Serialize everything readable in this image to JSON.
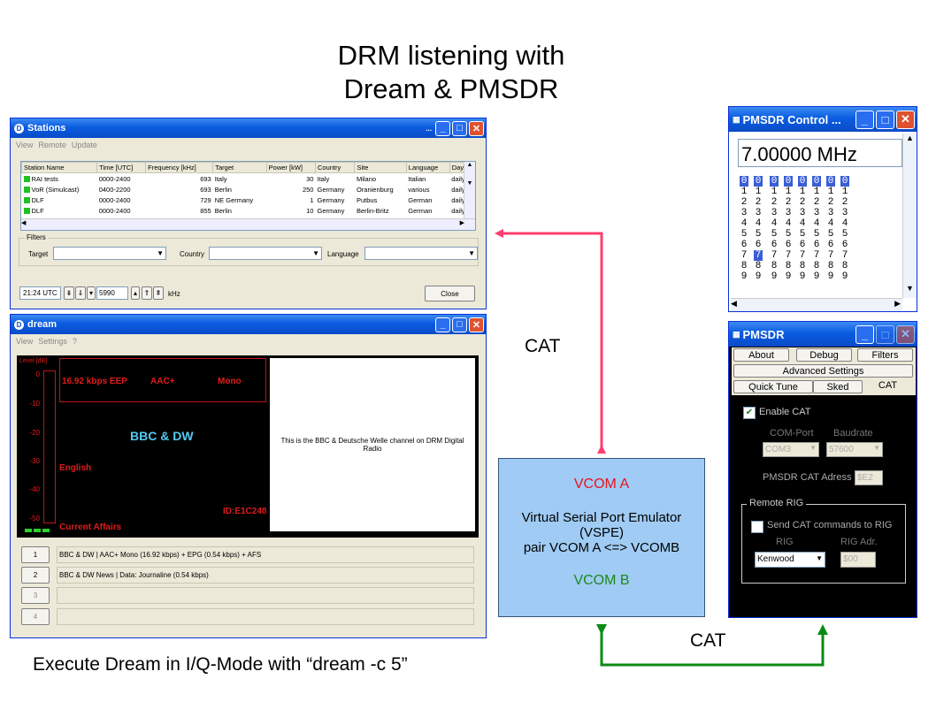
{
  "title": {
    "line1": "DRM listening with",
    "line2": "Dream & PMSDR"
  },
  "caption": "Execute Dream in I/Q-Mode with “dream -c 5”",
  "labels": {
    "cat_upper": "CAT",
    "cat_lower": "CAT"
  },
  "vspe": {
    "vcom_a": "VCOM A",
    "line1": "Virtual Serial Port Emulator",
    "line2": "(VSPE)",
    "line3": "pair VCOM A <=> VCOMB",
    "vcom_b": "VCOM B"
  },
  "colors": {
    "magenta_arrow": "#ff3d6e",
    "green_arrow": "#0a8a16",
    "vcom_a": "#e8141c",
    "vcom_b": "#1c8a1c",
    "vspe_fill": "#9fcbf4"
  },
  "stations": {
    "title": "Stations",
    "menu": [
      "View",
      "Remote",
      "Update"
    ],
    "columns": [
      "Station Name",
      "Time [UTC]",
      "Frequency [kHz]",
      "Target",
      "Power [kW]",
      "Country",
      "Site",
      "Language",
      "Days"
    ],
    "rows": [
      [
        "RAI tests",
        "0000-2400",
        "693",
        "Italy",
        "30",
        "Italy",
        "Milano",
        "Italian",
        "daily"
      ],
      [
        "VoR (Simulcast)",
        "0400-2200",
        "693",
        "Berlin",
        "250",
        "Germany",
        "Oranienburg",
        "various",
        "daily"
      ],
      [
        "DLF",
        "0000-2400",
        "729",
        "NE Germany",
        "1",
        "Germany",
        "Putbus",
        "German",
        "daily"
      ],
      [
        "DLF",
        "0000-2400",
        "855",
        "Berlin",
        "10",
        "Germany",
        "Berlin-Britz",
        "German",
        "daily"
      ]
    ],
    "filters": {
      "legend": "Filters",
      "target": "Target",
      "country": "Country",
      "language": "Language"
    },
    "time": "21:24 UTC",
    "freq": "5990",
    "unit": "kHz",
    "close": "Close"
  },
  "dream": {
    "title": "dream",
    "menu": [
      "View",
      "Settings",
      "?"
    ],
    "level_label": "Level [dB]",
    "ticks": [
      "0",
      "-10",
      "-20",
      "-30",
      "-40",
      "-50"
    ],
    "bitrate": "16.92 kbps EEP",
    "codec": "AAC+",
    "mode": "Mono",
    "station": "BBC & DW",
    "language": "English",
    "id": "ID:E1C248",
    "program": "Current Affairs",
    "text_message": "This is the BBC & Deutsche Welle channel on DRM Digital Radio",
    "services": [
      {
        "num": "1",
        "desc": "BBC & DW  |  AAC+ Mono (16.92 kbps) + EPG (0.54 kbps) + AFS"
      },
      {
        "num": "2",
        "desc": "BBC & DW News  |  Data: Journaline (0.54 kbps)"
      },
      {
        "num": "3",
        "desc": ""
      },
      {
        "num": "4",
        "desc": ""
      }
    ]
  },
  "pmsdr_control": {
    "title": "PMSDR Control ...",
    "frequency": "7.00000 MHz",
    "digits": [
      "0",
      "1",
      "2",
      "3",
      "4",
      "5",
      "6",
      "7",
      "8",
      "9"
    ],
    "selected_row_col": "7"
  },
  "pmsdr": {
    "title": "PMSDR",
    "tabs": {
      "about": "About",
      "debug": "Debug",
      "filters": "Filters",
      "advanced": "Advanced Settings",
      "quick_tune": "Quick Tune",
      "sked": "Sked",
      "cat": "CAT"
    },
    "enable_cat": "Enable CAT",
    "com_port_label": "COM-Port",
    "com_port": "COM3",
    "baud_label": "Baudrate",
    "baud": "57600",
    "adress_label": "PMSDR CAT Adress",
    "adress": "$E2",
    "remote_legend": "Remote RIG",
    "send_cat": "Send CAT commands to RIG",
    "rig_label": "RIG",
    "rig": "Kenwood",
    "rig_adr_label": "RIG Adr.",
    "rig_adr": "$00"
  }
}
